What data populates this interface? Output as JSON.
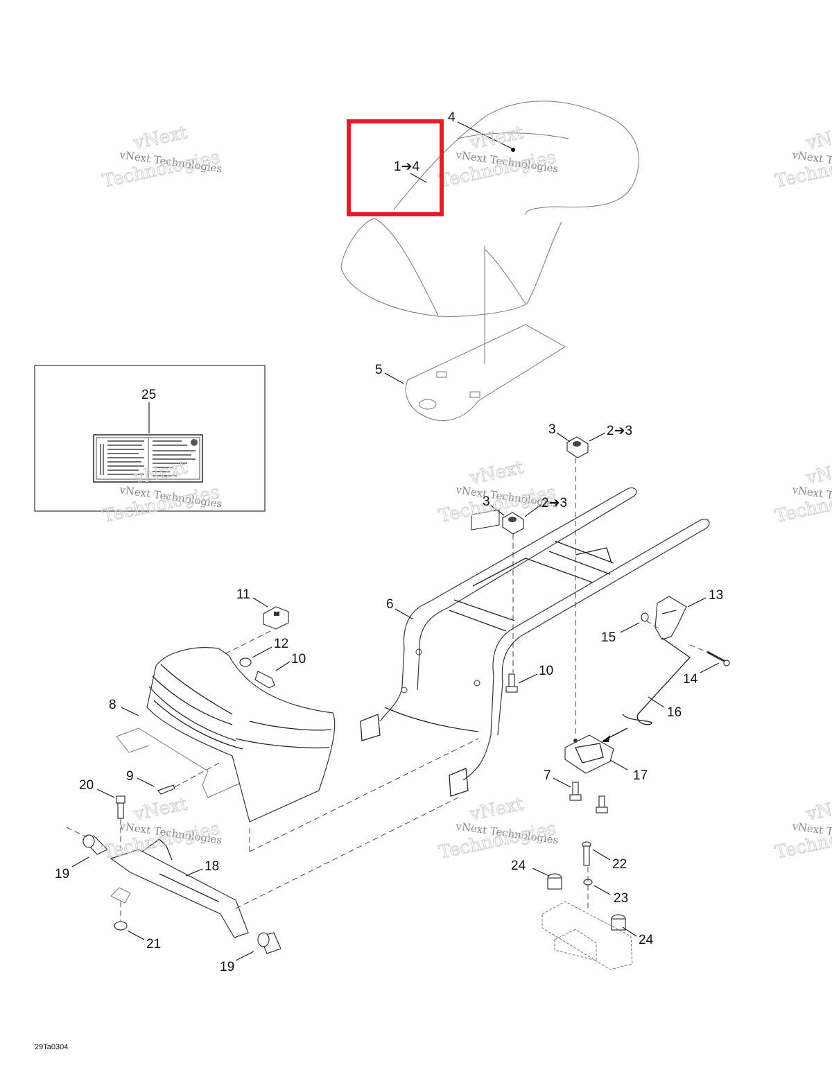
{
  "callouts": {
    "c_1_4": "1➔4",
    "c_4": "4",
    "c_5": "5",
    "c_25": "25",
    "c_3a": "3",
    "c_2_3a": "2➔3",
    "c_3b": "3",
    "c_2_3b": "2➔3",
    "c_6": "6",
    "c_11": "11",
    "c_12": "12",
    "c_10a": "10",
    "c_10b": "10",
    "c_13": "13",
    "c_15": "15",
    "c_14": "14",
    "c_16": "16",
    "c_8": "8",
    "c_9": "9",
    "c_7": "7",
    "c_17": "17",
    "c_20": "20",
    "c_18": "18",
    "c_19a": "19",
    "c_19b": "19",
    "c_21": "21",
    "c_22": "22",
    "c_23": "23",
    "c_24a": "24",
    "c_24b": "24"
  },
  "watermark": {
    "line1": "vNext Technologies",
    "line2": "vNext",
    "line3": "Technologies"
  },
  "drawing_code": "29Ta0304",
  "colors": {
    "highlight": "#e41e26",
    "ink": "#111111",
    "watermark": "#cfcfcf"
  }
}
